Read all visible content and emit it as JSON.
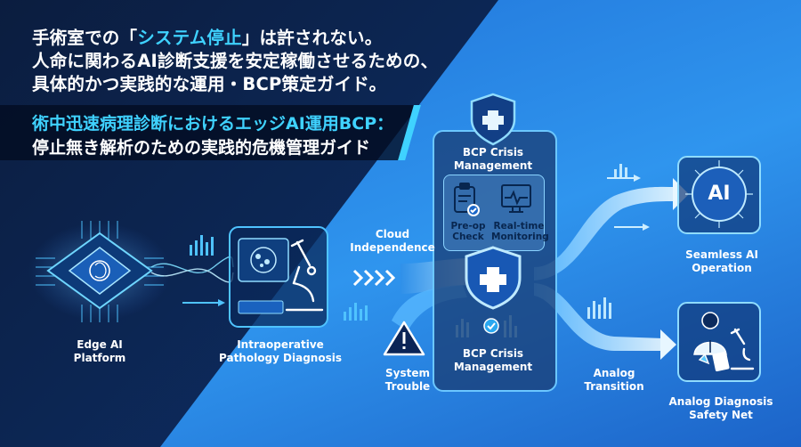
{
  "headline": {
    "line1_prefix": "手術室での「",
    "line1_highlight": "システム停止",
    "line1_suffix": "」は許されない。",
    "line2": "人命に関わるAI診断支援を安定稼働させるための、",
    "line3": "具体的かつ実践的な運用・BCP策定ガイド。"
  },
  "banner": {
    "line1": "術中迅速病理診断におけるエッジAI運用BCP：",
    "line2": "停止無き解析のための実践的危機管理ガイド"
  },
  "nodes": {
    "edge_ai": "Edge AI\nPlatform",
    "pathology": "Intraoperative\nPathology Diagnosis",
    "cloud": "Cloud\nIndependence",
    "system_trouble": "System\nTrouble",
    "bcp_top": "BCP Crisis\nManagement",
    "preop": "Pre-op\nCheck",
    "realtime": "Real-time\nMonitoring",
    "bcp_bottom": "BCP Crisis\nManagement",
    "analog_transition": "Analog\nTransition",
    "seamless": "Seamless AI Operation",
    "analog_safety": "Analog Diagnosis\nSafety Net",
    "ai_badge": "AI"
  },
  "icons": {
    "shield_top": "shield-cross-icon",
    "shield_mid": "shield-cross-icon",
    "clipboard": "clipboard-check-icon",
    "monitor": "monitor-pulse-icon",
    "warning": "warning-triangle-icon",
    "check": "check-circle-icon",
    "chip": "brain-chip-icon",
    "microscope": "microscope-icon",
    "ai": "ai-brain-icon",
    "doctor": "doctor-lab-icon"
  },
  "colors": {
    "accent_cyan": "#3fd2ff",
    "panel_border": "#4fc3ff",
    "warning_yellow": "#ffffff"
  }
}
